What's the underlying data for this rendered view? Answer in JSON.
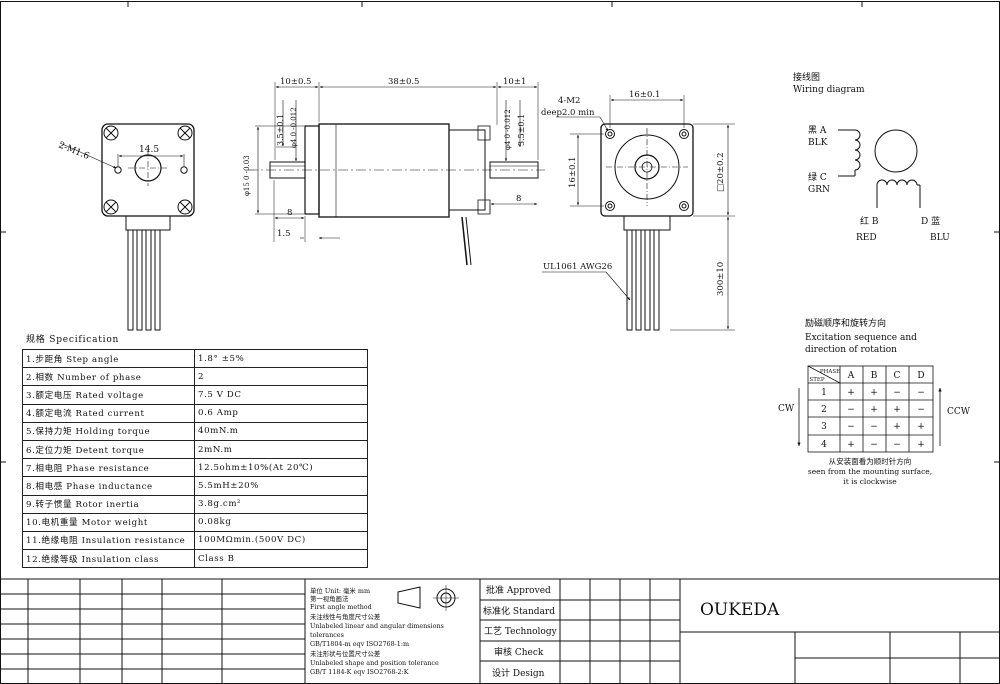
{
  "spec": {
    "title": "规格 Specification",
    "rows": [
      {
        "label": "1.步距角 Step angle",
        "value": "1.8° ±5%"
      },
      {
        "label": "2.相数 Number of phase",
        "value": "2"
      },
      {
        "label": "3.额定电压 Rated voltage",
        "value": "7.5 V DC"
      },
      {
        "label": "4.额定电流 Rated current",
        "value": "0.6 Amp"
      },
      {
        "label": "5.保持力矩 Holding torque",
        "value": "40mN.m"
      },
      {
        "label": "6.定位力矩 Detent torque",
        "value": "2mN.m"
      },
      {
        "label": "7.相电阻 Phase resistance",
        "value": "12.5ohm±10%(At 20℃)"
      },
      {
        "label": "8.相电感 Phase inductance",
        "value": "5.5mH±20%"
      },
      {
        "label": "9.转子惯量 Rotor inertia",
        "value": "3.8g.cm²"
      },
      {
        "label": "10.电机重量 Motor weight",
        "value": "0.08kg"
      },
      {
        "label": "11.绝缘电阻 Insulation resistance",
        "value": "100MΩmin.(500V DC)"
      },
      {
        "label": "12.绝缘等级 Insulation class",
        "value": "Class B"
      }
    ]
  },
  "dims": {
    "front_hole": "2-M1.6",
    "front_width": "14.5",
    "side_top_left": "10±0.5",
    "side_top_mid": "38±0.5",
    "side_top_right": "10±1",
    "side_v1": "3.5±0.1",
    "side_v2": "φ4 0 -0.012",
    "side_v3": "φ15 0 -0.03",
    "side_b1": "8",
    "side_b2": "1.5",
    "side_r1": "φ4 0 -0.012",
    "side_r2": "3.5±0.1",
    "side_r3": "8",
    "rear_holes": "4-M2",
    "rear_depth": "deep2.0 min",
    "rear_top": "16±0.1",
    "rear_left": "16±0.1",
    "rear_right": "□20±0.2",
    "cable_len": "300±10",
    "cable_note": "UL1061 AWG26"
  },
  "wiring": {
    "title_cn": "接线图",
    "title_en": "Wiring diagram",
    "a_cn": "黑 A",
    "a_en": "BLK",
    "c_cn": "绿 C",
    "c_en": "GRN",
    "b_cn": "红 B",
    "b_en": "RED",
    "d_cn": "D 蓝",
    "d_en": "BLU"
  },
  "excitation": {
    "title_cn": "励磁顺序和旋转方向",
    "title_en1": "Excitation sequence and",
    "title_en2": "direction of rotation",
    "phase_label": "PHASE",
    "step_label": "STEP",
    "cols": [
      "A",
      "B",
      "C",
      "D"
    ],
    "rows": [
      {
        "step": "1",
        "cells": [
          "+",
          "+",
          "−",
          "−"
        ]
      },
      {
        "step": "2",
        "cells": [
          "−",
          "+",
          "+",
          "−"
        ]
      },
      {
        "step": "3",
        "cells": [
          "−",
          "−",
          "+",
          "+"
        ]
      },
      {
        "step": "4",
        "cells": [
          "+",
          "−",
          "−",
          "+"
        ]
      }
    ],
    "cw": "CW",
    "ccw": "CCW",
    "note_cn": "从安装面看为顺时针方向",
    "note_en1": "seen from the mounting surface,",
    "note_en2": "it is clockwise"
  },
  "titleblock": {
    "unit": "单位 Unit: 毫米 mm",
    "projection_cn": "第一视角画法",
    "projection_en": "First angle method",
    "tol_cn": "未注线性与角度尺寸公差",
    "tol_en1": "Unlabeled linear and angular dimensions",
    "tol_en2": "tolerances",
    "tol_std": "GB/T1804-m  eqv ISO2768-1:m",
    "geo_cn": "未注形状与位置尺寸公差",
    "geo_en": "Unlabeled shape and position tolerance",
    "geo_std": "GB/T 1184-K  eqv ISO2768-2:K",
    "approved": "批准 Approved",
    "standard": "标准化 Standard",
    "technology": "工艺 Technology",
    "check": "审核 Check",
    "design": "设计 Design",
    "company": "OUKEDA"
  }
}
